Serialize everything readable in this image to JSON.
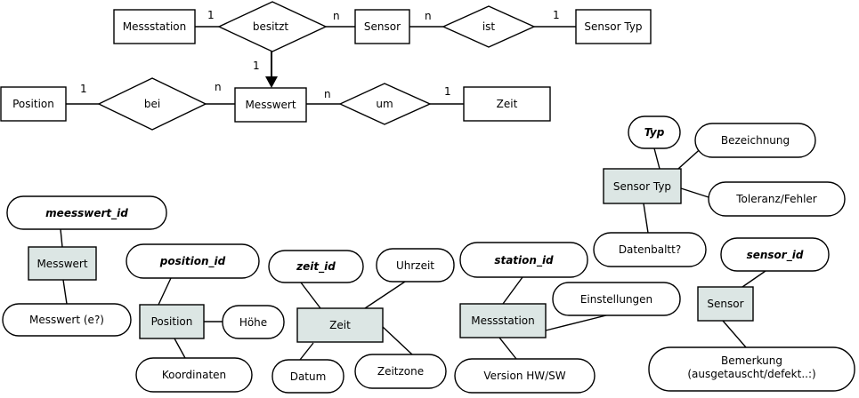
{
  "er_diagram": {
    "entities": {
      "messstation": "Messstation",
      "sensor": "Sensor",
      "sensor_typ": "Sensor Typ",
      "position": "Position",
      "messwert": "Messwert",
      "zeit": "Zeit"
    },
    "relationships": {
      "besitzt": "besitzt",
      "ist": "ist",
      "bei": "bei",
      "um": "um"
    },
    "cardinalities": {
      "messstation_besitzt": "1",
      "besitzt_sensor": "n",
      "sensor_ist": "n",
      "ist_sensortyp": "1",
      "besitzt_messwert": "1",
      "position_bei": "1",
      "bei_messwert": "n",
      "messwert_um": "n",
      "um_zeit": "1"
    }
  },
  "attribute_diagrams": {
    "messwert": {
      "entity": "Messwert",
      "key": "meesswert_id",
      "attributes": [
        "Messwert (e?)"
      ]
    },
    "position": {
      "entity": "Position",
      "key": "position_id",
      "attributes": [
        "Höhe",
        "Koordinaten"
      ]
    },
    "zeit": {
      "entity": "Zeit",
      "key": "zeit_id",
      "attributes": [
        "Uhrzeit",
        "Datum",
        "Zeitzone"
      ]
    },
    "messstation": {
      "entity": "Messstation",
      "key": "station_id",
      "attributes": [
        "Einstellungen",
        "Version HW/SW"
      ]
    },
    "sensor_typ": {
      "entity": "Sensor Typ",
      "key": "Typ",
      "attributes": [
        "Bezeichnung",
        "Toleranz/Fehler",
        "Datenbaltt?"
      ]
    },
    "sensor": {
      "entity": "Sensor",
      "key": "sensor_id",
      "attributes": [
        "Bemerkung",
        "(ausgetauscht/defekt..:)"
      ]
    }
  }
}
